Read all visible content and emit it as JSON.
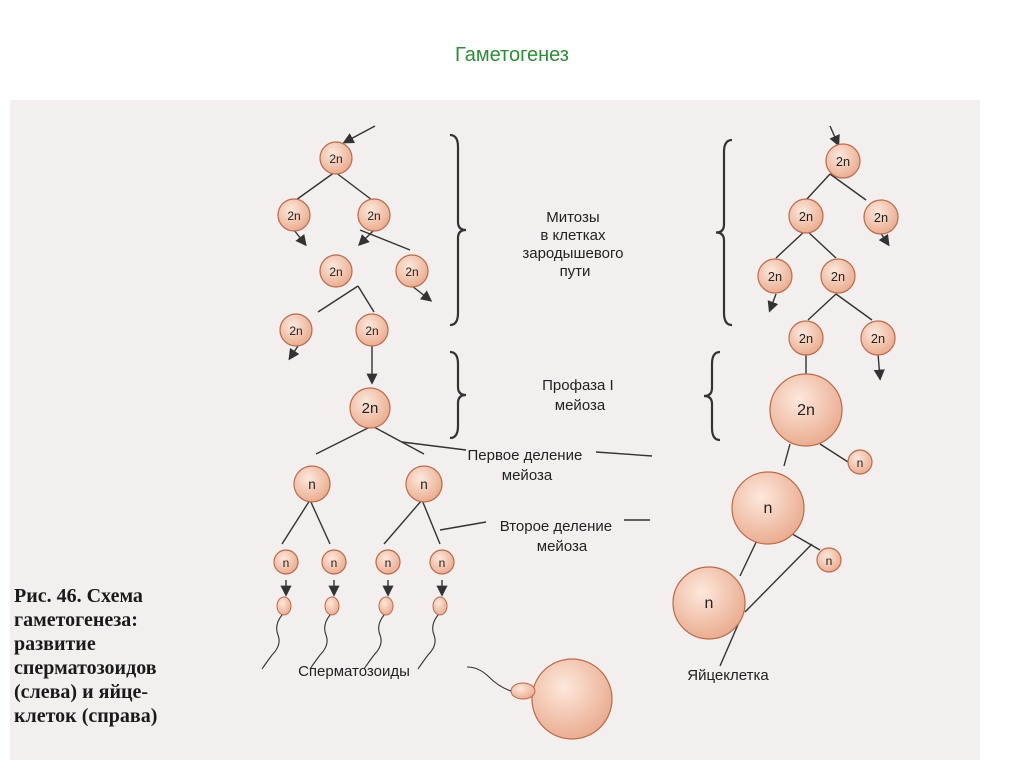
{
  "title": "Гаметогенез",
  "figure": {
    "caption": [
      "Рис. 46. Схема",
      "гаметогенеза:",
      "развитие",
      "сперматозоидов",
      "(слева) и яйце-",
      "клеток (справа)"
    ],
    "labels": {
      "mitosis": [
        "Митозы",
        "в клетках",
        "зародышевого",
        "пути"
      ],
      "prophase": [
        "Профаза I",
        "мейоза"
      ],
      "first_division": [
        "Первое деление",
        "мейоза"
      ],
      "second_division": [
        "Второе деление",
        "мейоза"
      ],
      "sperm": "Сперматозоиды",
      "egg": "Яйцеклетка"
    },
    "cell_labels": {
      "diploid": "2n",
      "haploid": "n"
    },
    "colors": {
      "cell_fill": "#f2bfa6",
      "cell_edge": "#b96b4c",
      "line": "#333333",
      "title": "#2f8a3a"
    }
  }
}
